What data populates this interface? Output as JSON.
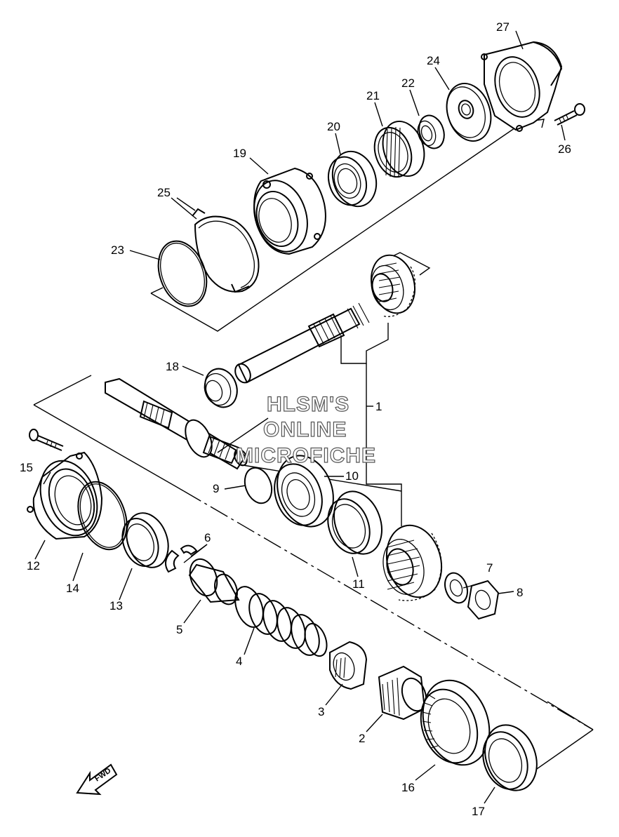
{
  "watermark": [
    "HLSM'S",
    "ONLINE",
    "MICROFICHE"
  ],
  "direction_arrow": {
    "label": "FWD",
    "icon": "arrow-icon"
  },
  "callouts": [
    "1",
    "2",
    "3",
    "4",
    "5",
    "6",
    "7",
    "8",
    "9",
    "10",
    "11",
    "12",
    "13",
    "14",
    "15",
    "16",
    "17",
    "18",
    "19",
    "20",
    "21",
    "22",
    "23",
    "24",
    "25",
    "26",
    "27"
  ]
}
